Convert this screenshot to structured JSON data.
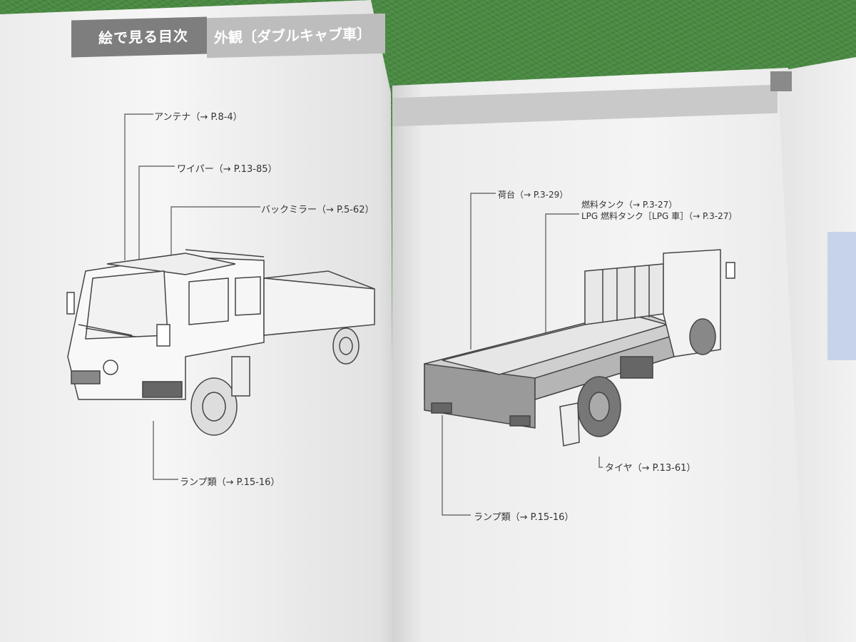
{
  "header": {
    "section_title": "絵で見る目次",
    "page_title": "外観〔ダブルキャブ車〕"
  },
  "callouts": {
    "antenna": "アンテナ（→ P.8-4）",
    "wiper": "ワイパー（→ P.13-85）",
    "back_mirror": "バックミラー（→ P.5-62）",
    "lamps_front": "ランプ類（→ P.15-16）",
    "deck": "荷台（→ P.3-29）",
    "fuel_tank": "燃料タンク（→ P.3-27）",
    "lpg_tank": "LPG 燃料タンク［LPG 車］（→ P.3-27）",
    "tire": "タイヤ（→ P.13-61）",
    "lamps_rear": "ランプ類（→ P.15-16）"
  }
}
